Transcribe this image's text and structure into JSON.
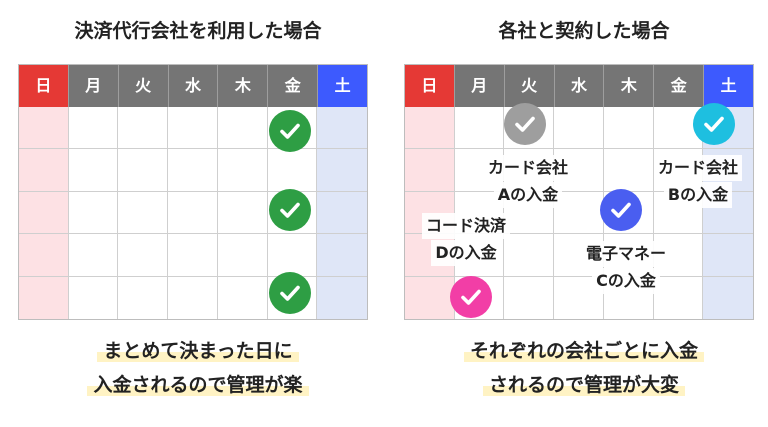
{
  "left": {
    "title": "決済代行会社を利用した場合",
    "weekdays": [
      "日",
      "月",
      "火",
      "水",
      "木",
      "金",
      "土"
    ],
    "caption_line1": "まとめて決まった日に",
    "caption_line2": "入金されるので管理が楽"
  },
  "right": {
    "title": "各社と契約した場合",
    "weekdays": [
      "日",
      "月",
      "火",
      "水",
      "木",
      "金",
      "土"
    ],
    "labels": {
      "a_line1": "カード会社",
      "a_line2": "Aの入金",
      "b_line1": "カード会社",
      "b_line2": "Bの入金",
      "c_line1": "電子マネー",
      "c_line2": "Cの入金",
      "d_line1": "コード決済",
      "d_line2": "Dの入金"
    },
    "caption_line1": "それぞれの会社ごとに入金",
    "caption_line2": "されるので管理が大変"
  },
  "colors": {
    "sunday": "#e53935",
    "saturday": "#3d5afe",
    "weekday": "#757575",
    "check_green": "#2e9e44",
    "check_gray": "#9e9e9e",
    "check_cyan": "#1ebfe0",
    "check_blue": "#4a5ef0",
    "check_pink": "#f23ea6"
  },
  "icons": [
    "check-circle-icon"
  ]
}
